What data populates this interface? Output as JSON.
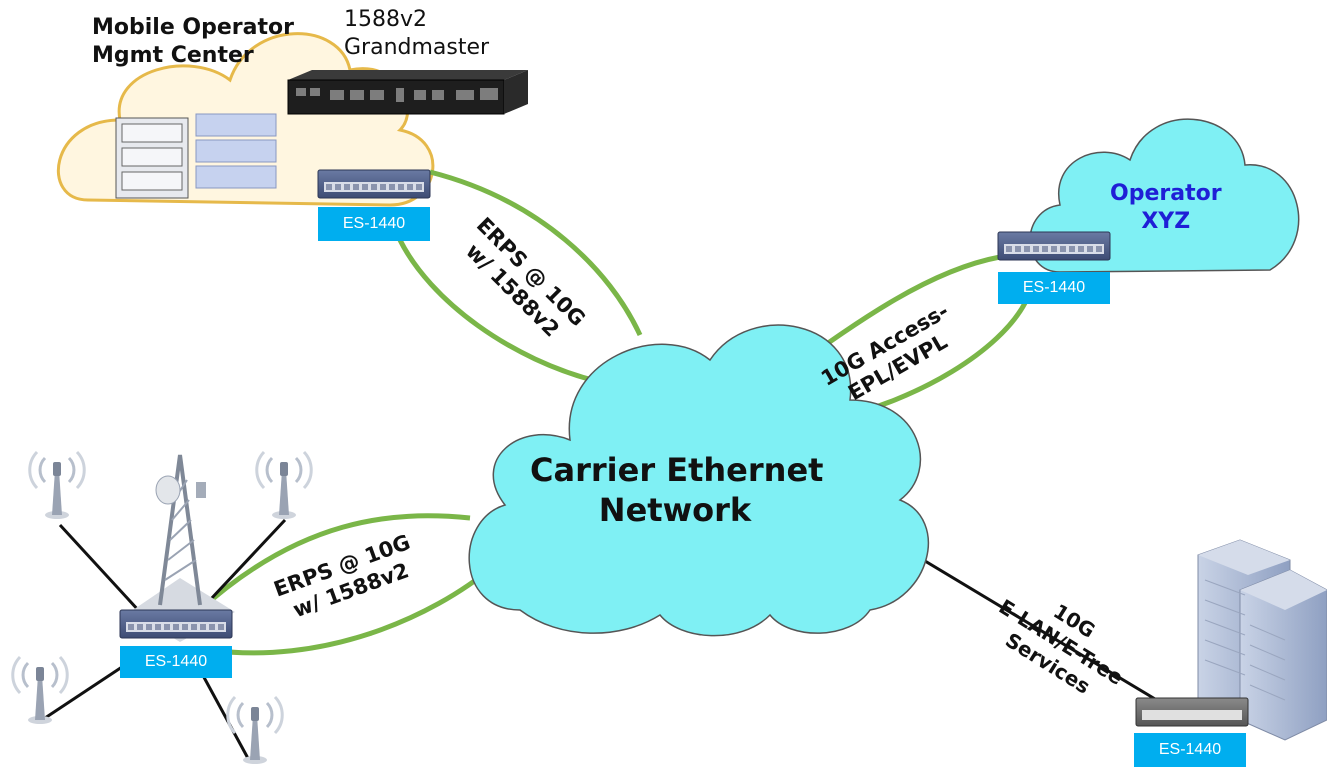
{
  "mgmt_center": {
    "line1": "Mobile Operator",
    "line2": "Mgmt Center"
  },
  "grandmaster": {
    "line1": "1588v2",
    "line2": "Grandmaster"
  },
  "operator": {
    "line1": "Operator",
    "line2": "XYZ",
    "color": "#1f1fd6"
  },
  "core": {
    "line1": "Carrier Ethernet",
    "line2": "Network",
    "color": "#7ff0f4"
  },
  "links": {
    "top_left": {
      "line1": "ERPS @ 10G",
      "line2": "w/ 1588v2"
    },
    "right": {
      "line1": "10G Access-",
      "line2": "EPL/EVPL"
    },
    "bottom_left": {
      "line1": "ERPS @ 10G",
      "line2": "w/ 1588v2"
    },
    "bottom_right": {
      "line1": "10G",
      "line2": "E-LAN/E-Tree",
      "line3": "Services"
    }
  },
  "device_labels": {
    "mgmt": "ES-1440",
    "operator": "ES-1440",
    "tower": "ES-1440",
    "building": "ES-1440"
  },
  "colors": {
    "link_green": "#7ab648",
    "label_blue": "#00aeef",
    "mgmt_cloud_fill": "#fff6e0",
    "mgmt_cloud_stroke": "#e6b94a"
  },
  "icons": [
    "cloud",
    "server-rack",
    "grandmaster-device",
    "switch",
    "cell-tower",
    "antenna",
    "office-building"
  ]
}
